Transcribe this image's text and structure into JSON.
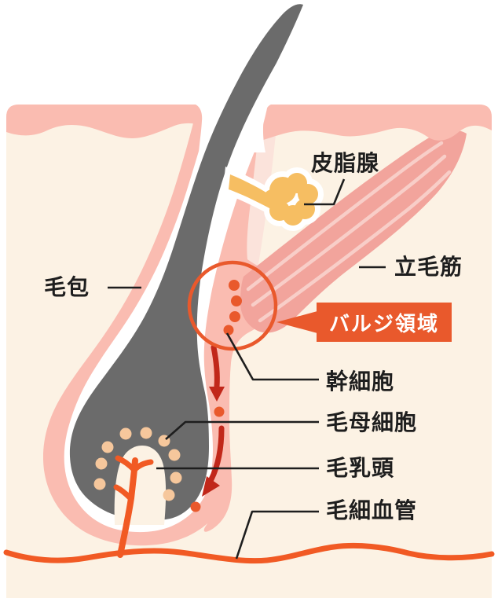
{
  "diagram": {
    "subject": "hair follicle cross-section",
    "labels": {
      "sebaceous_gland": "皮脂腺",
      "arrector_pili": "立毛筋",
      "hair_follicle": "毛包",
      "bulge_region": "バルジ領域",
      "stem_cell": "幹細胞",
      "hair_matrix_cell": "毛母細胞",
      "hair_papilla": "毛乳頭",
      "capillary": "毛細血管"
    }
  },
  "colors": {
    "accent_orange": "#E9592C",
    "vessel_orange": "#F15A24",
    "deep_red": "#C1271A",
    "skin_pink": "#FABCB1",
    "pale_pink": "#FBE3DB",
    "muscle_pink": "#F2A49C",
    "muscle_stripe": "#F8CEC8",
    "dermis_cream": "#FCF2E4",
    "hair_gray": "#6B6B6B",
    "gland_yellow": "#F6BE62",
    "matrix_peach": "#F6C79C",
    "text_black": "#1E1E1E"
  }
}
